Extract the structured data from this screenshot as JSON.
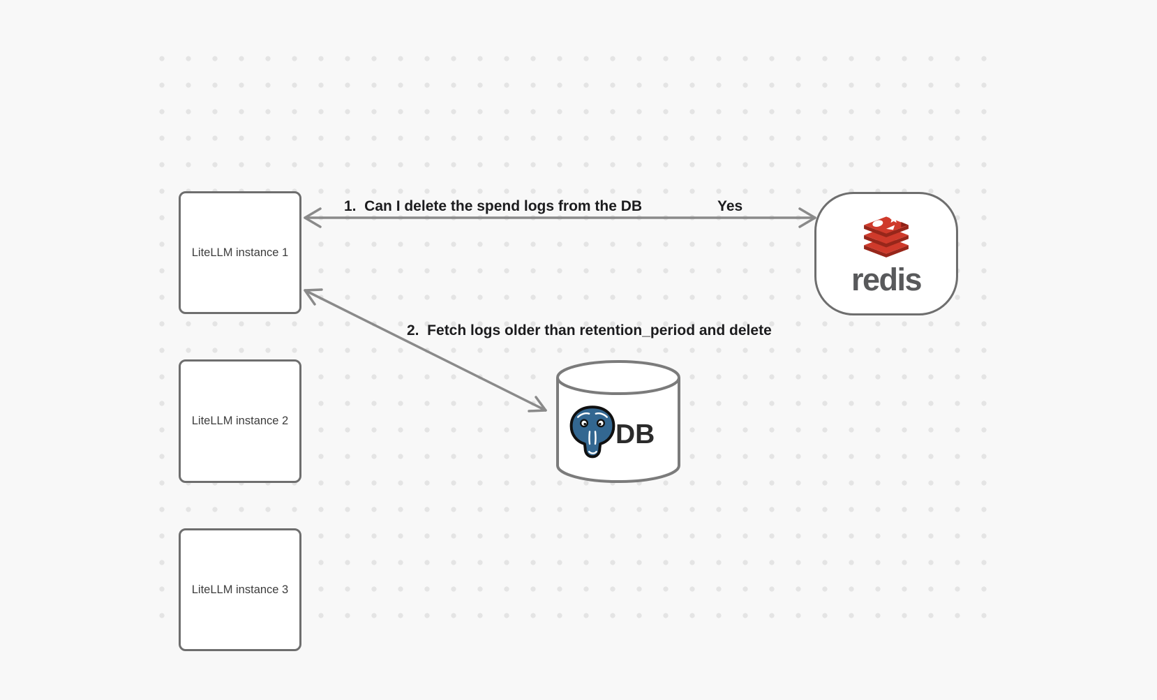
{
  "canvas": {
    "background": "#f8f8f8",
    "dot_color": "#e4e4e4"
  },
  "nodes": {
    "instance1": {
      "label": "LiteLLM instance 1"
    },
    "instance2": {
      "label": "LiteLLM instance 2"
    },
    "instance3": {
      "label": "LiteLLM instance 3"
    },
    "redis": {
      "word": "redis",
      "icon": "redis-stack-icon"
    },
    "db": {
      "label": "DB",
      "icon": "postgres-elephant-icon",
      "shape": "database-cylinder"
    }
  },
  "edges": {
    "edge1": {
      "label": "1.  Can I delete the spend logs from the DB",
      "response": "Yes",
      "type": "double-headed-arrow",
      "from": "instance1",
      "to": "redis"
    },
    "edge2": {
      "label": "2.  Fetch logs older than retention_period and delete",
      "type": "double-headed-arrow",
      "from": "instance1",
      "to": "db"
    }
  },
  "colors": {
    "node_border": "#6e6e6e",
    "arrow": "#8a8a8a",
    "node_label": "#3c3c3c",
    "edge_label": "#1c1c1e",
    "redis_red": "#cf3a2b",
    "redis_red_dark": "#97261a",
    "redis_wordmark": "#58595b",
    "postgres_blue": "#336791",
    "db_text": "#2b2b2b",
    "cylinder_stroke": "#7b7b7b"
  }
}
